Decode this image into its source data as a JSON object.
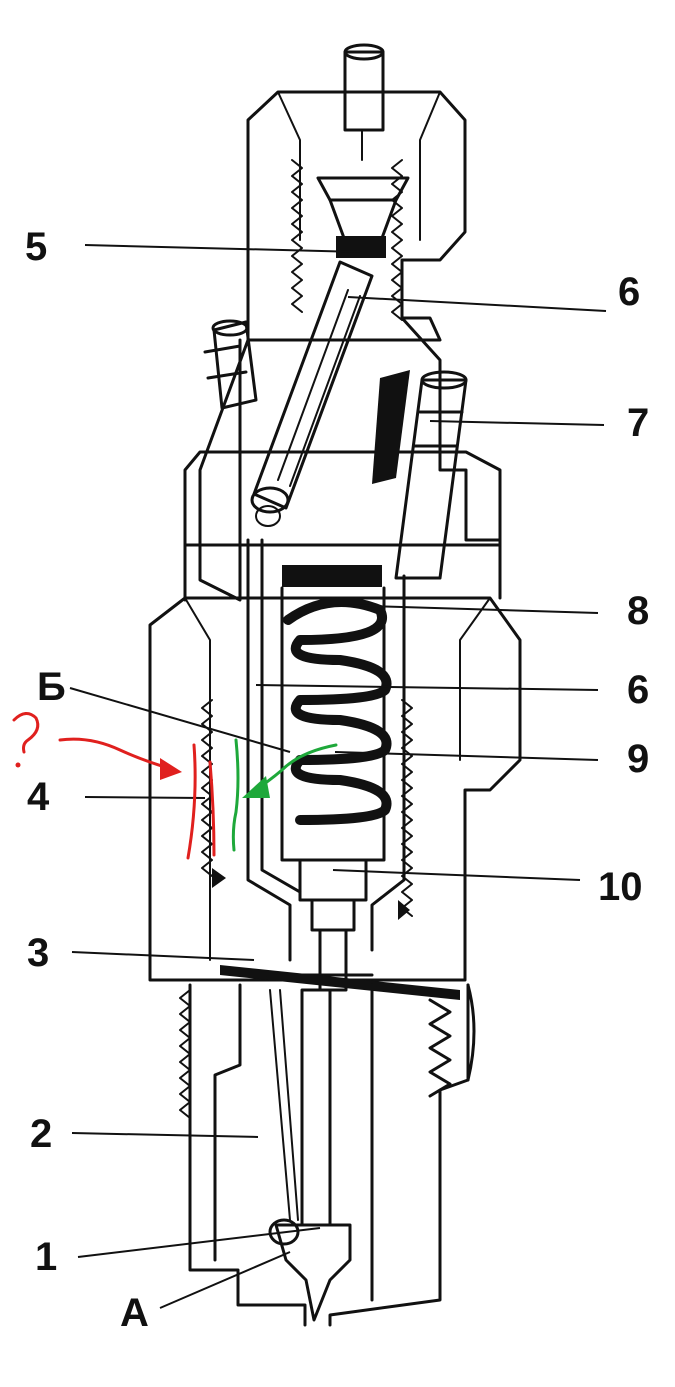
{
  "labels": {
    "l5": "5",
    "l6_top": "6",
    "l7": "7",
    "l8": "8",
    "l_be": "Б",
    "l6_mid": "6",
    "l9": "9",
    "l4": "4",
    "l10": "10",
    "l3": "3",
    "l2": "2",
    "l1": "1",
    "l_a": "А"
  },
  "annotations": {
    "question_mark": "?"
  },
  "colors": {
    "ink": "#111111",
    "red_annotation": "#e0201e",
    "green_annotation": "#1ea83a"
  }
}
